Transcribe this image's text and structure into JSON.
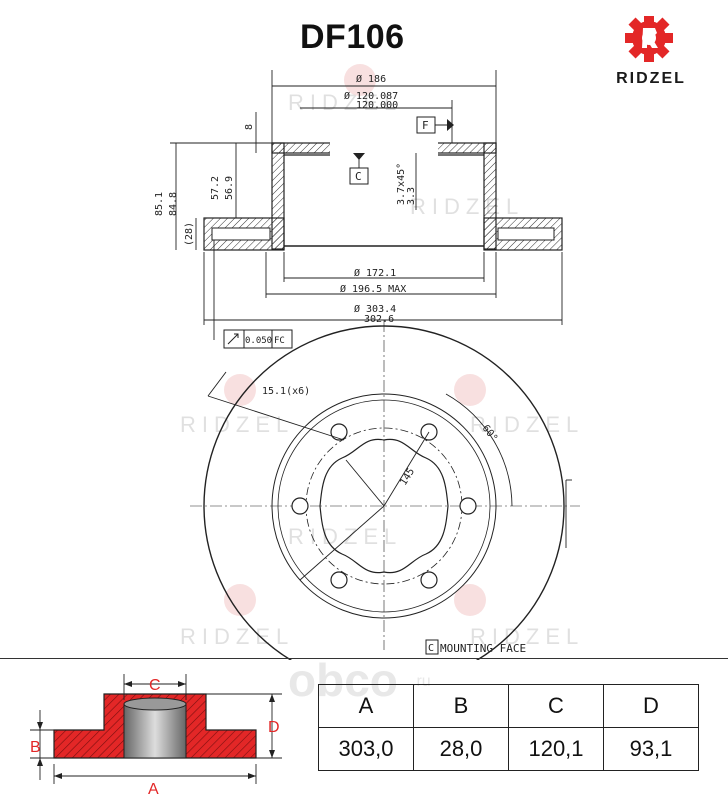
{
  "header": {
    "part_number": "DF106"
  },
  "brand": {
    "name": "RIDZEL",
    "color": "#e32727"
  },
  "watermark": {
    "text": "RIDZEL"
  },
  "drawing": {
    "dim_outer_top": "Ø 186",
    "dim_pilot_1": "Ø 120.087",
    "dim_pilot_2": "120.000",
    "dim_8": "8",
    "label_f": "F",
    "label_c": "C",
    "dim_57_2": "57.2",
    "dim_56_9": "56.9",
    "dim_85_1": "85.1",
    "dim_84_8": "84.8",
    "dim_28": "(28)",
    "dim_chamfer_1": "3.7x45°",
    "dim_chamfer_2": "3.3",
    "dim_172": "Ø 172.1",
    "dim_196": "Ø 196.5 MAX",
    "dim_303_1": "Ø 303.4",
    "dim_303_2": "302.6",
    "tol_value": "0.050",
    "tol_ref": "FC",
    "holes": "15.1(x6)",
    "pcd": "145",
    "angle": "60°",
    "mounting_label": "C",
    "mounting_face": "MOUNTING FACE"
  },
  "legend": {
    "a": "A",
    "b": "B",
    "c": "C",
    "d": "D"
  },
  "spec_table": {
    "headers": [
      "A",
      "B",
      "C",
      "D"
    ],
    "values": [
      "303,0",
      "28,0",
      "120,1",
      "93,1"
    ]
  },
  "shop_logo": {
    "text": "obco",
    "suffix": ".ru"
  }
}
